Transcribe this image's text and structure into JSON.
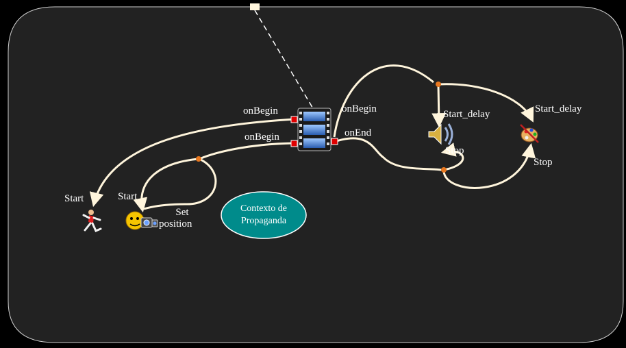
{
  "diagram": {
    "media_node": {
      "icon": "film-strip-icon"
    },
    "edges": {
      "left_on_begin_upper": "onBegin",
      "left_on_begin_lower": "onBegin",
      "right_on_begin": "onBegin",
      "right_on_end": "onEnd"
    },
    "nodes": {
      "runner": {
        "icon": "running-figure-icon",
        "label": "Start"
      },
      "photographer": {
        "icon": "camera-face-icon",
        "start_label": "Start",
        "set_label_line1": "Set",
        "set_label_line2": "position"
      },
      "speaker": {
        "icon": "speaker-icon",
        "start_label": "Start_delay",
        "stop_label": "Stop"
      },
      "palette": {
        "icon": "paint-palette-icon",
        "start_label": "Start_delay",
        "stop_label": "Stop"
      }
    },
    "context": {
      "line1": "Contexto de",
      "line2": "Propaganda",
      "fill": "#008b8b"
    },
    "colors": {
      "background": "#000000",
      "panel": "#222222",
      "edge": "#fff5dc",
      "port": "#e00000",
      "junction": "#e87820"
    }
  }
}
